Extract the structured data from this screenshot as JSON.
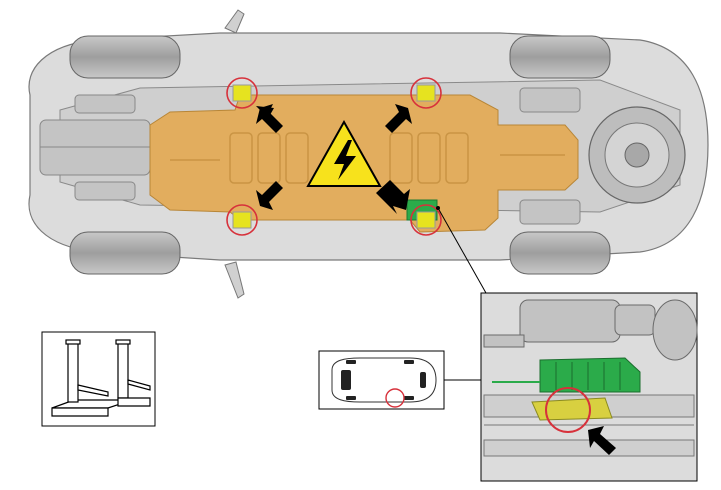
{
  "diagram": {
    "warning_symbol": "high-voltage-warning-icon",
    "views": [
      "vehicle-underside",
      "lift-icon",
      "vehicle-top-locator",
      "detail-inset"
    ],
    "lift_points": [
      {
        "id": "front-left"
      },
      {
        "id": "front-right"
      },
      {
        "id": "rear-left"
      },
      {
        "id": "rear-right"
      }
    ],
    "colors": {
      "battery": "#e2ad5e",
      "lift_pad": "#e6e31f",
      "circle": "#d7313b",
      "module": "#2bab4a",
      "arrow": "#000000"
    }
  }
}
